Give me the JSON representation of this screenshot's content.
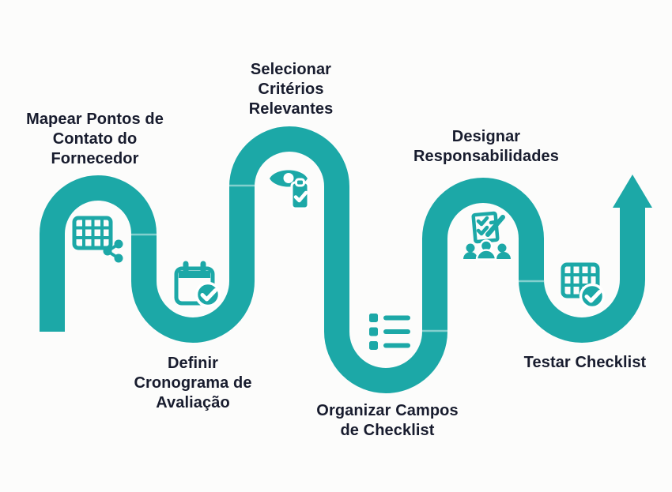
{
  "colors": {
    "accent": "#1CA8A7",
    "text": "#181C2E",
    "background": "#FCFCFB",
    "seam": "rgba(255,255,255,0.45)"
  },
  "flow_end_icon": "arrow-up-icon",
  "steps": [
    {
      "label": "Mapear Pontos de\nContato do\nFornecedor",
      "icon": "table-share-icon"
    },
    {
      "label": "Definir\nCronograma de\nAvaliação",
      "icon": "calendar-check-icon"
    },
    {
      "label": "Selecionar\nCritérios\nRelevantes",
      "icon": "eye-checklist-icon"
    },
    {
      "label": "Organizar Campos\nde Checklist",
      "icon": "bullet-list-icon"
    },
    {
      "label": "Designar\nResponsabilidades",
      "icon": "team-checklist-icon"
    },
    {
      "label": "Testar Checklist",
      "icon": "table-check-icon"
    }
  ]
}
